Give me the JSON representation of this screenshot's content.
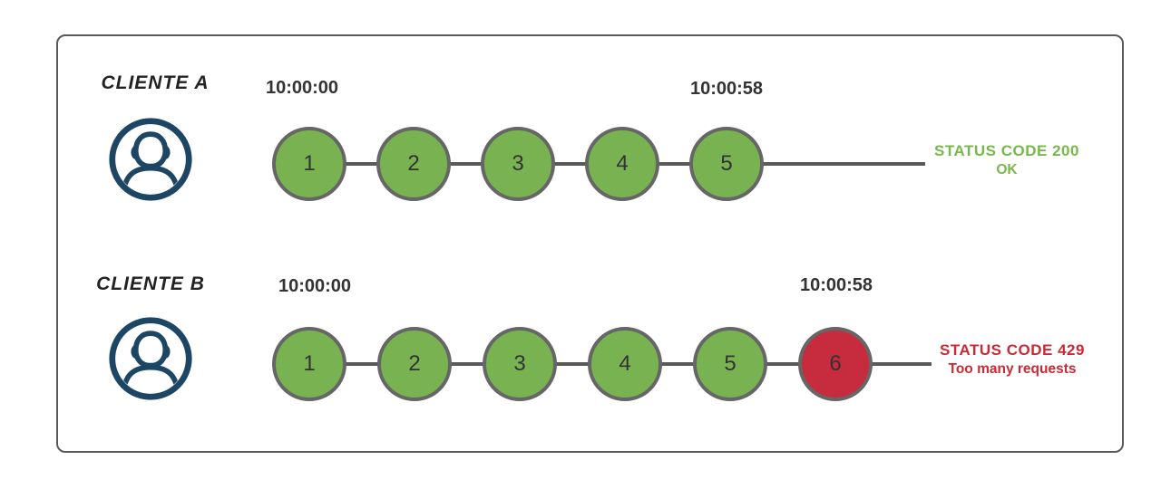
{
  "colors": {
    "green": "#79b351",
    "red": "#c62b3e",
    "green-text": "#77b84a",
    "red-text": "#cc2936",
    "line": "#5a5a5a",
    "circle-stroke": "#666666",
    "navy": "#1d4665",
    "label": "#222222",
    "timestamp": "#333333"
  },
  "clients": [
    {
      "name": "CLIENTE A",
      "icon": "user-icon",
      "start_time": "10:00:00",
      "end_time": "10:00:58",
      "requests": [
        {
          "label": "1",
          "status": "ok"
        },
        {
          "label": "2",
          "status": "ok"
        },
        {
          "label": "3",
          "status": "ok"
        },
        {
          "label": "4",
          "status": "ok"
        },
        {
          "label": "5",
          "status": "ok"
        }
      ],
      "status_code": "STATUS CODE 200",
      "status_message": "OK",
      "status_type": "ok"
    },
    {
      "name": "CLIENTE B",
      "icon": "user-icon",
      "start_time": "10:00:00",
      "end_time": "10:00:58",
      "requests": [
        {
          "label": "1",
          "status": "ok"
        },
        {
          "label": "2",
          "status": "ok"
        },
        {
          "label": "3",
          "status": "ok"
        },
        {
          "label": "4",
          "status": "ok"
        },
        {
          "label": "5",
          "status": "ok"
        },
        {
          "label": "6",
          "status": "blocked"
        }
      ],
      "status_code": "STATUS CODE 429",
      "status_message": "Too many requests",
      "status_type": "blocked"
    }
  ]
}
